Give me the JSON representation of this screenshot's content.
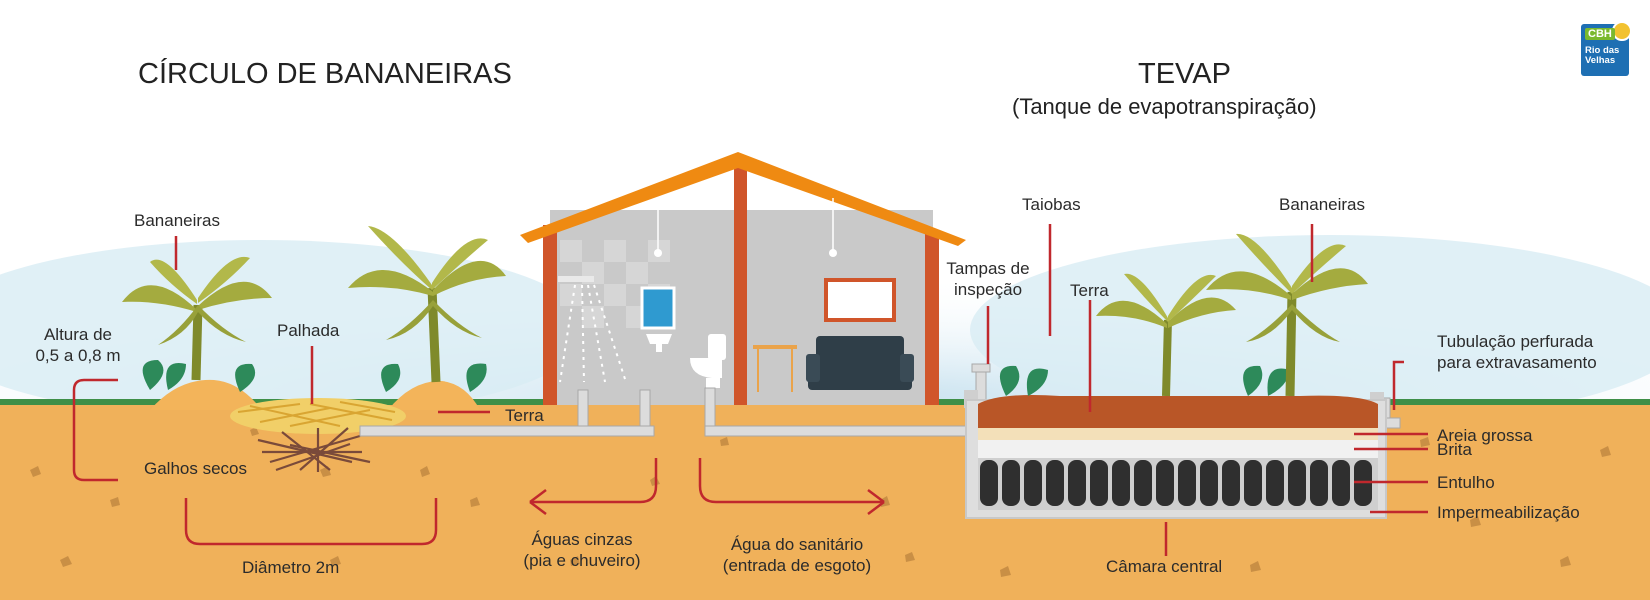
{
  "titles": {
    "left": "CÍRCULO DE BANANEIRAS",
    "right": "TEVAP",
    "right_sub": "(Tanque de evapotranspiração)"
  },
  "logo": {
    "top": "CBH",
    "line1": "Rio das",
    "line2": "Velhas"
  },
  "left_labels": {
    "bananeiras": "Bananeiras",
    "altura_1": "Altura de",
    "altura_2": "0,5 a 0,8 m",
    "palhada": "Palhada",
    "terra": "Terra",
    "galhos": "Galhos secos",
    "diametro": "Diâmetro 2m"
  },
  "flow_labels": {
    "cinzas_1": "Águas cinzas",
    "cinzas_2": "(pia e chuveiro)",
    "sanitario_1": "Água do sanitário",
    "sanitario_2": "(entrada de esgoto)"
  },
  "right_labels": {
    "taiobas": "Taiobas",
    "bananeiras": "Bananeiras",
    "tampas_1": "Tampas de",
    "tampas_2": "inspeção",
    "terra": "Terra",
    "tubulacao_1": "Tubulação perfurada",
    "tubulacao_2": "para extravasamento",
    "areia": "Areia grossa",
    "brita": "Brita",
    "entulho": "Entulho",
    "impermeabilizacao": "Impermeabilização",
    "camara": "Câmara central"
  },
  "colors": {
    "soil": "#f0b15a",
    "sky": "#cfe6f1",
    "grass": "#3e8f48",
    "leader": "#c0282d",
    "roof": "#ef8a12",
    "wall": "#d0552a",
    "interior": "#c9c9c9",
    "red_soil": "#b95627",
    "pipe": "#dcdcdc",
    "tyre": "#2f2f2f",
    "banana_leaf": "#a4ab3f",
    "taioba": "#2d8a5a"
  }
}
